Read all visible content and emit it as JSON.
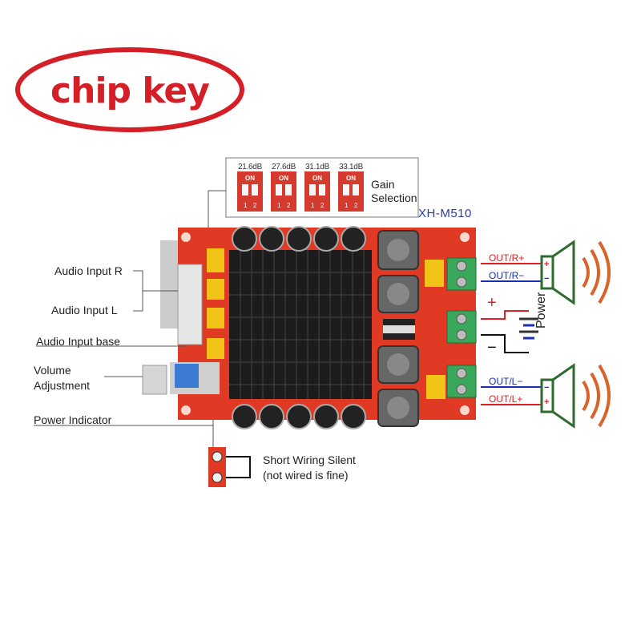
{
  "logo": {
    "text": "chip key"
  },
  "model": "XH-M510",
  "gain": {
    "title_line1": "Gain",
    "title_line2": "Selection",
    "options": [
      {
        "db": "21.6dB",
        "on": "ON",
        "n1": "1",
        "n2": "2"
      },
      {
        "db": "27.6dB",
        "on": "ON",
        "n1": "1",
        "n2": "2"
      },
      {
        "db": "31.1dB",
        "on": "ON",
        "n1": "1",
        "n2": "2"
      },
      {
        "db": "33.1dB",
        "on": "ON",
        "n1": "1",
        "n2": "2"
      }
    ]
  },
  "labels": {
    "audio_input_r": "Audio Input R",
    "audio_input_l": "Audio Input L",
    "audio_input_base": "Audio Input base",
    "volume_line1": "Volume",
    "volume_line2": "Adjustment",
    "power_indicator": "Power Indicator",
    "short_wiring_line1": "Short Wiring Silent",
    "short_wiring_line2": "(not wired is fine)",
    "power": "Power"
  },
  "outputs": {
    "r_plus": "OUT/R+",
    "r_minus": "OUT/R−",
    "l_minus": "OUT/L−",
    "l_plus": "OUT/L+"
  },
  "symbols": {
    "plus": "+",
    "minus": "−"
  },
  "colors": {
    "board": "#e03a24",
    "heatsink": "#1c1c1c",
    "logo_red": "#d41f26",
    "wire_red": "#e02020",
    "wire_blue": "#1a2fb0",
    "speaker_green": "#2f6a2f",
    "sound_wave": "#d9632a"
  }
}
